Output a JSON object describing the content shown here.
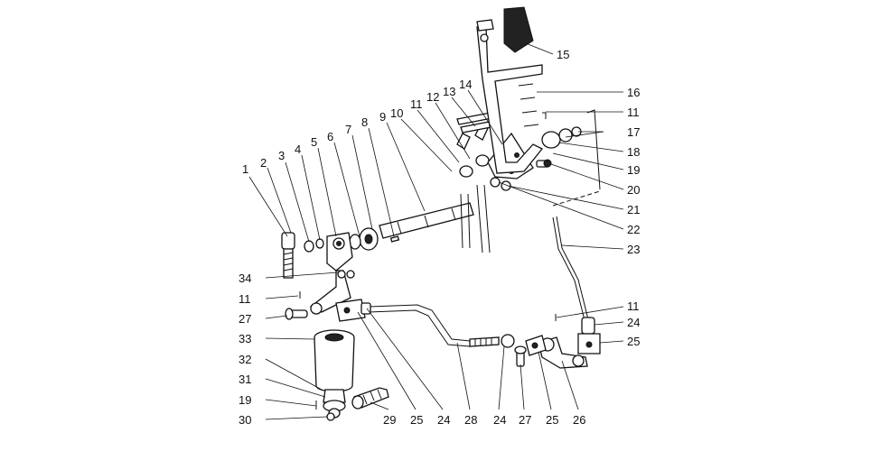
{
  "diagram": {
    "labels": [
      "1",
      "2",
      "3",
      "4",
      "5",
      "6",
      "7",
      "8",
      "9",
      "10",
      "11",
      "12",
      "13",
      "14",
      "15",
      "16",
      "11",
      "17",
      "18",
      "19",
      "20",
      "21",
      "22",
      "23",
      "34",
      "11",
      "27",
      "33",
      "32",
      "31",
      "19",
      "30",
      "29",
      "25",
      "24",
      "28",
      "24",
      "27",
      "25",
      "26",
      "11",
      "24",
      "25"
    ]
  }
}
